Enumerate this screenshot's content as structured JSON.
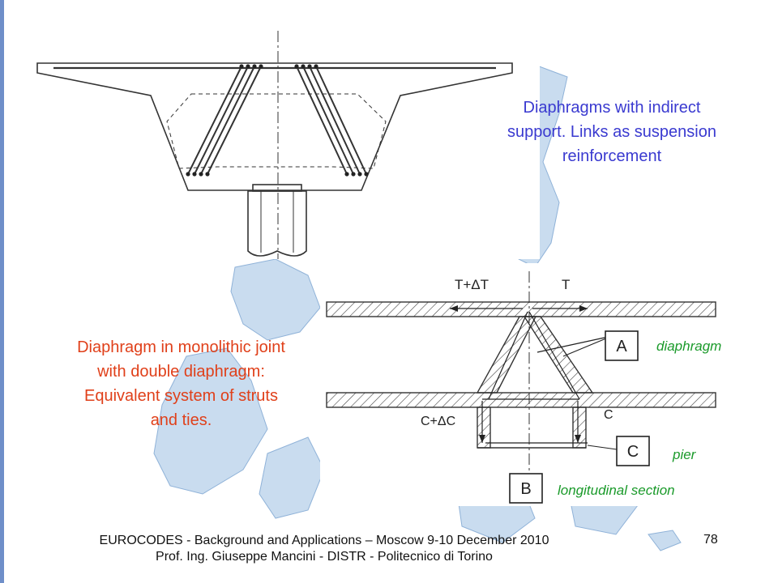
{
  "captions": {
    "top_right": "Diaphragms with indirect support. Links as suspension reinforcement",
    "left": "Diaphragm in monolithic joint with double diaphragm: Equivalent system of struts and ties."
  },
  "section_drawing": {
    "force_top_left": "T+ΔT",
    "force_top_right": "T",
    "force_bottom_left": "C+ΔC",
    "force_bottom_right": "C",
    "box_a": "A",
    "box_b": "B",
    "box_c": "C"
  },
  "labels": {
    "diaphragm": "diaphragm",
    "pier": "pier",
    "longitudinal_section": "longitudinal section"
  },
  "footer": {
    "line1": "EUROCODES - Background and Applications – Moscow 9-10 December 2010",
    "line2": "Prof. Ing. Giuseppe Mancini - DISTR - Politecnico di Torino",
    "page_number": "78"
  },
  "colors": {
    "caption_blue": "#3a3ad0",
    "caption_red": "#e0401a",
    "label_green": "#1a9a2a",
    "map_fill": "#c9dcef"
  }
}
